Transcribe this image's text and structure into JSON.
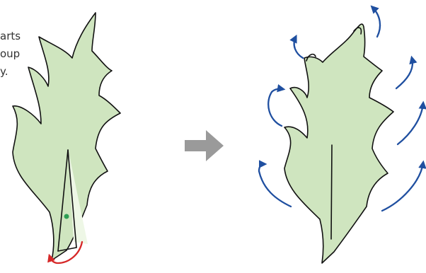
{
  "caption": {
    "lines": [
      "arts",
      "oup",
      "y."
    ]
  },
  "colors": {
    "leaf": "#cfe5bf",
    "leaf_outline": "#111111",
    "fold_light": "#eef7e6",
    "pivot_dot": "#2e9e55",
    "rotate_arrow": "#d62828",
    "flow_arrows": "#1f4fa0",
    "transition_arrow": "#9a9a9a"
  },
  "icons": {
    "rotate": "curved-rotate-arrow-icon",
    "transition": "right-arrow-icon",
    "wave": "curved-flow-arrow-icon"
  }
}
